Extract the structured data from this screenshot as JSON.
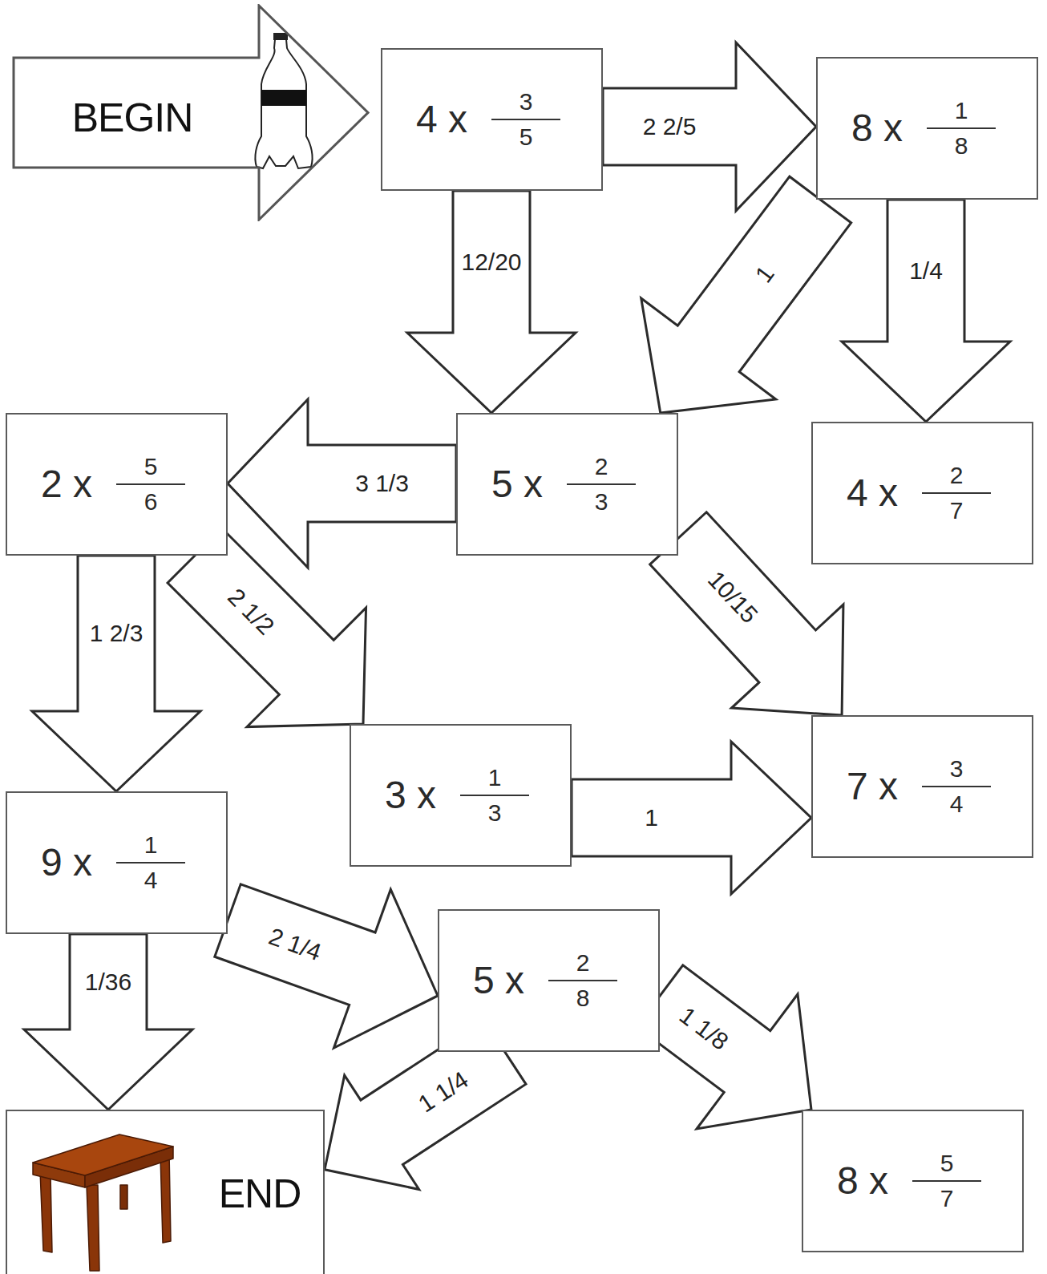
{
  "diagram": {
    "nodes": [
      {
        "text": [
          "BEGIN"
        ]
      },
      {
        "text": [
          "4 x",
          "3",
          "5"
        ]
      },
      {
        "text": [
          "8 x",
          "1",
          "8"
        ]
      },
      {
        "text": [
          "2 x",
          "5",
          "6"
        ]
      },
      {
        "text": [
          "5 x",
          "2",
          "3"
        ]
      },
      {
        "text": [
          "4 x",
          "2",
          "7"
        ]
      },
      {
        "text": [
          "3 x",
          "1",
          "3"
        ]
      },
      {
        "text": [
          "7 x",
          "3",
          "4"
        ]
      },
      {
        "text": [
          "9 x",
          "1",
          "4"
        ]
      },
      {
        "text": [
          "5 x",
          "2",
          "8"
        ]
      },
      {
        "text": [
          "END"
        ]
      },
      {
        "text": [
          "8 x",
          "5",
          "7"
        ]
      }
    ],
    "edges": [
      {
        "from": 1,
        "to": 2,
        "arrow": "to",
        "label": "2 2/5"
      },
      {
        "from": 1,
        "to": 4,
        "arrow": "to",
        "label": "12/20"
      },
      {
        "from": 2,
        "to": 4,
        "arrow": "to",
        "label": "1"
      },
      {
        "from": 2,
        "to": 5,
        "arrow": "to",
        "label": "1/4"
      },
      {
        "from": 4,
        "to": 3,
        "arrow": "to",
        "label": "3 1/3"
      },
      {
        "from": 4,
        "to": 7,
        "arrow": "to",
        "label": "10/15"
      },
      {
        "from": 3,
        "to": 8,
        "arrow": "to",
        "label": "1 2/3"
      },
      {
        "from": 3,
        "to": 6,
        "arrow": "to",
        "label": "2 1/2"
      },
      {
        "from": 6,
        "to": 7,
        "arrow": "to",
        "label": "1"
      },
      {
        "from": 8,
        "to": 10,
        "arrow": "to",
        "label": "1/36"
      },
      {
        "from": 8,
        "to": 9,
        "arrow": "to",
        "label": "2 1/4"
      },
      {
        "from": 9,
        "to": 11,
        "arrow": "to",
        "label": "1 1/8"
      },
      {
        "from": 9,
        "to": 10,
        "arrow": "to",
        "label": "1 1/4"
      }
    ]
  }
}
